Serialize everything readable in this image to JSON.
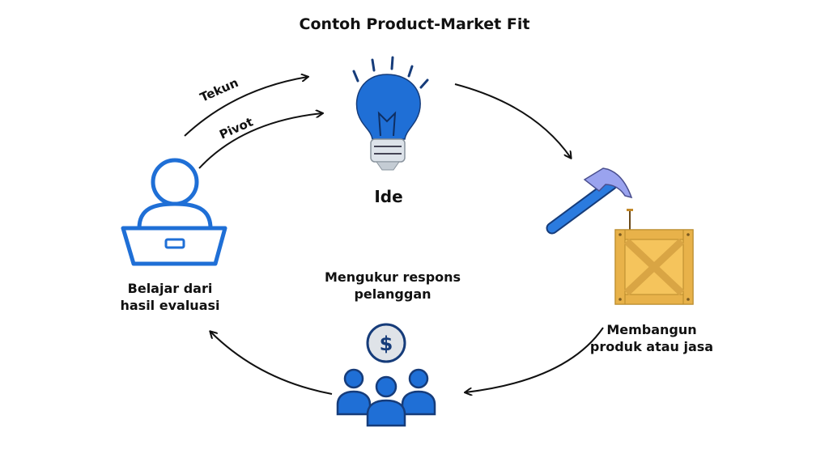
{
  "title": "Contoh Product-Market Fit",
  "nodes": {
    "idea": "Ide",
    "build": "Membangun\nproduk atau jasa",
    "measure": "Mengukur respons\npelanggan",
    "learn": "Belajar dari\nhasil evaluasi"
  },
  "arrows": {
    "persevere": "Tekun",
    "pivot": "Pivot"
  },
  "icons": {
    "idea": "lightbulb-icon",
    "build": "hammer-crate-icon",
    "measure": "customers-dollar-icon",
    "learn": "person-laptop-icon"
  },
  "colors": {
    "accent": "#1f6fd6",
    "accent_dark": "#163c7a",
    "crate": "#f5c45c",
    "text": "#111111"
  }
}
